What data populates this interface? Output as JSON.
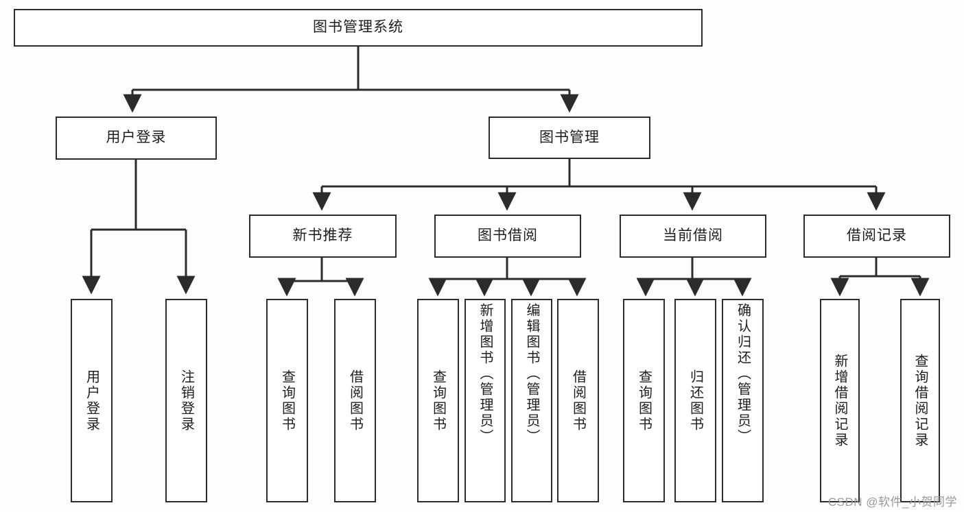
{
  "diagram": {
    "title": "图书管理系统",
    "type": "tree-hierarchy-chart",
    "colors": {
      "box_border": "#2b2b2b",
      "box_fill": "#ffffff",
      "edge": "#2b2b2b",
      "text": "#1d1d1d",
      "background": "#fdfdfd",
      "watermark": "#9a9a9a"
    },
    "watermark": "CSDN @软件_小贺同学",
    "nodes": {
      "root": {
        "label": "图书管理系统"
      },
      "level1": [
        {
          "label": "用户登录"
        },
        {
          "label": "图书管理"
        }
      ],
      "level2": [
        {
          "label": "新书推荐"
        },
        {
          "label": "图书借阅"
        },
        {
          "label": "当前借阅"
        },
        {
          "label": "借阅记录"
        }
      ],
      "leaves": {
        "user_login": [
          {
            "label": "用户登录"
          },
          {
            "label": "注销登录"
          }
        ],
        "new_book_recommend": [
          {
            "label": "查询图书"
          },
          {
            "label": "借阅图书"
          }
        ],
        "book_borrow": [
          {
            "label": "查询图书"
          },
          {
            "label": "新增图书（管理员）"
          },
          {
            "label": "编辑图书（管理员）"
          },
          {
            "label": "借阅图书"
          }
        ],
        "current_borrow": [
          {
            "label": "查询图书"
          },
          {
            "label": "归还图书"
          },
          {
            "label": "确认归还（管理员）"
          }
        ],
        "borrow_record": [
          {
            "label": "新增借阅记录"
          },
          {
            "label": "查询借阅记录"
          }
        ]
      }
    }
  }
}
